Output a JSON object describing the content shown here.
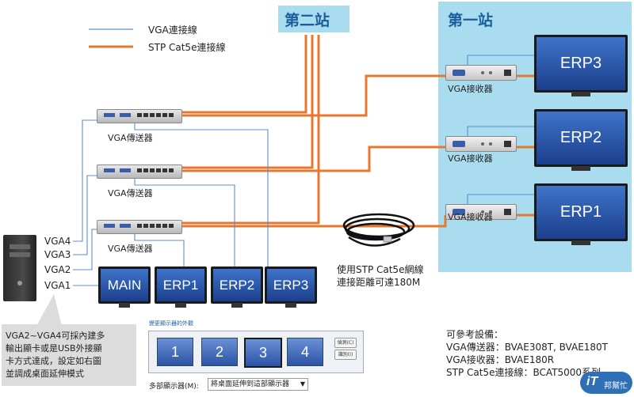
{
  "legend": {
    "vga_line": "VGA連接線",
    "stp_line": "STP Cat5e連接線"
  },
  "zones": {
    "station2": "第二站",
    "station1": "第一站"
  },
  "transmitters": [
    "VGA傳送器",
    "VGA傳送器",
    "VGA傳送器"
  ],
  "receivers": [
    "VGA接收器",
    "VGA接收器",
    "VGA接收器"
  ],
  "remote_monitors": [
    "ERP3",
    "ERP2",
    "ERP1"
  ],
  "local_monitors": [
    "MAIN",
    "ERP1",
    "ERP2",
    "ERP3"
  ],
  "vga_ports": [
    "VGA4",
    "VGA3",
    "VGA2",
    "VGA1"
  ],
  "cable_note": [
    "使用STP Cat5e網線",
    "連接距離可達180M"
  ],
  "callout": [
    "VGA2~VGA4可採內建多",
    "輸出顯卡或是USB外接顯",
    "卡方式達成，設定如右圖",
    "並調成桌面延伸模式"
  ],
  "display_dialog": {
    "title": "變更顯示器的外觀",
    "monitors": [
      "1",
      "2",
      "3",
      "4"
    ],
    "buttons": [
      "偵測(C)",
      "識別(I)"
    ],
    "multi_label": "多部顯示器(M):",
    "multi_value": "將桌面延伸到這部顯示器"
  },
  "models": [
    "可參考設備：",
    "VGA傳送器：BVAE308T, BVAE180T",
    "VGA接收器：BVAE180R",
    "STP Cat5e連接線：BCAT5000系列"
  ],
  "watermark": [
    "iT",
    "邦幫忙"
  ],
  "colors": {
    "vga": "#5b8ed6",
    "stp": "#e8772e",
    "station_bg": "#a9dcee",
    "station_title": "#1c5e9c",
    "callout_bg": "#dcdcdc"
  }
}
